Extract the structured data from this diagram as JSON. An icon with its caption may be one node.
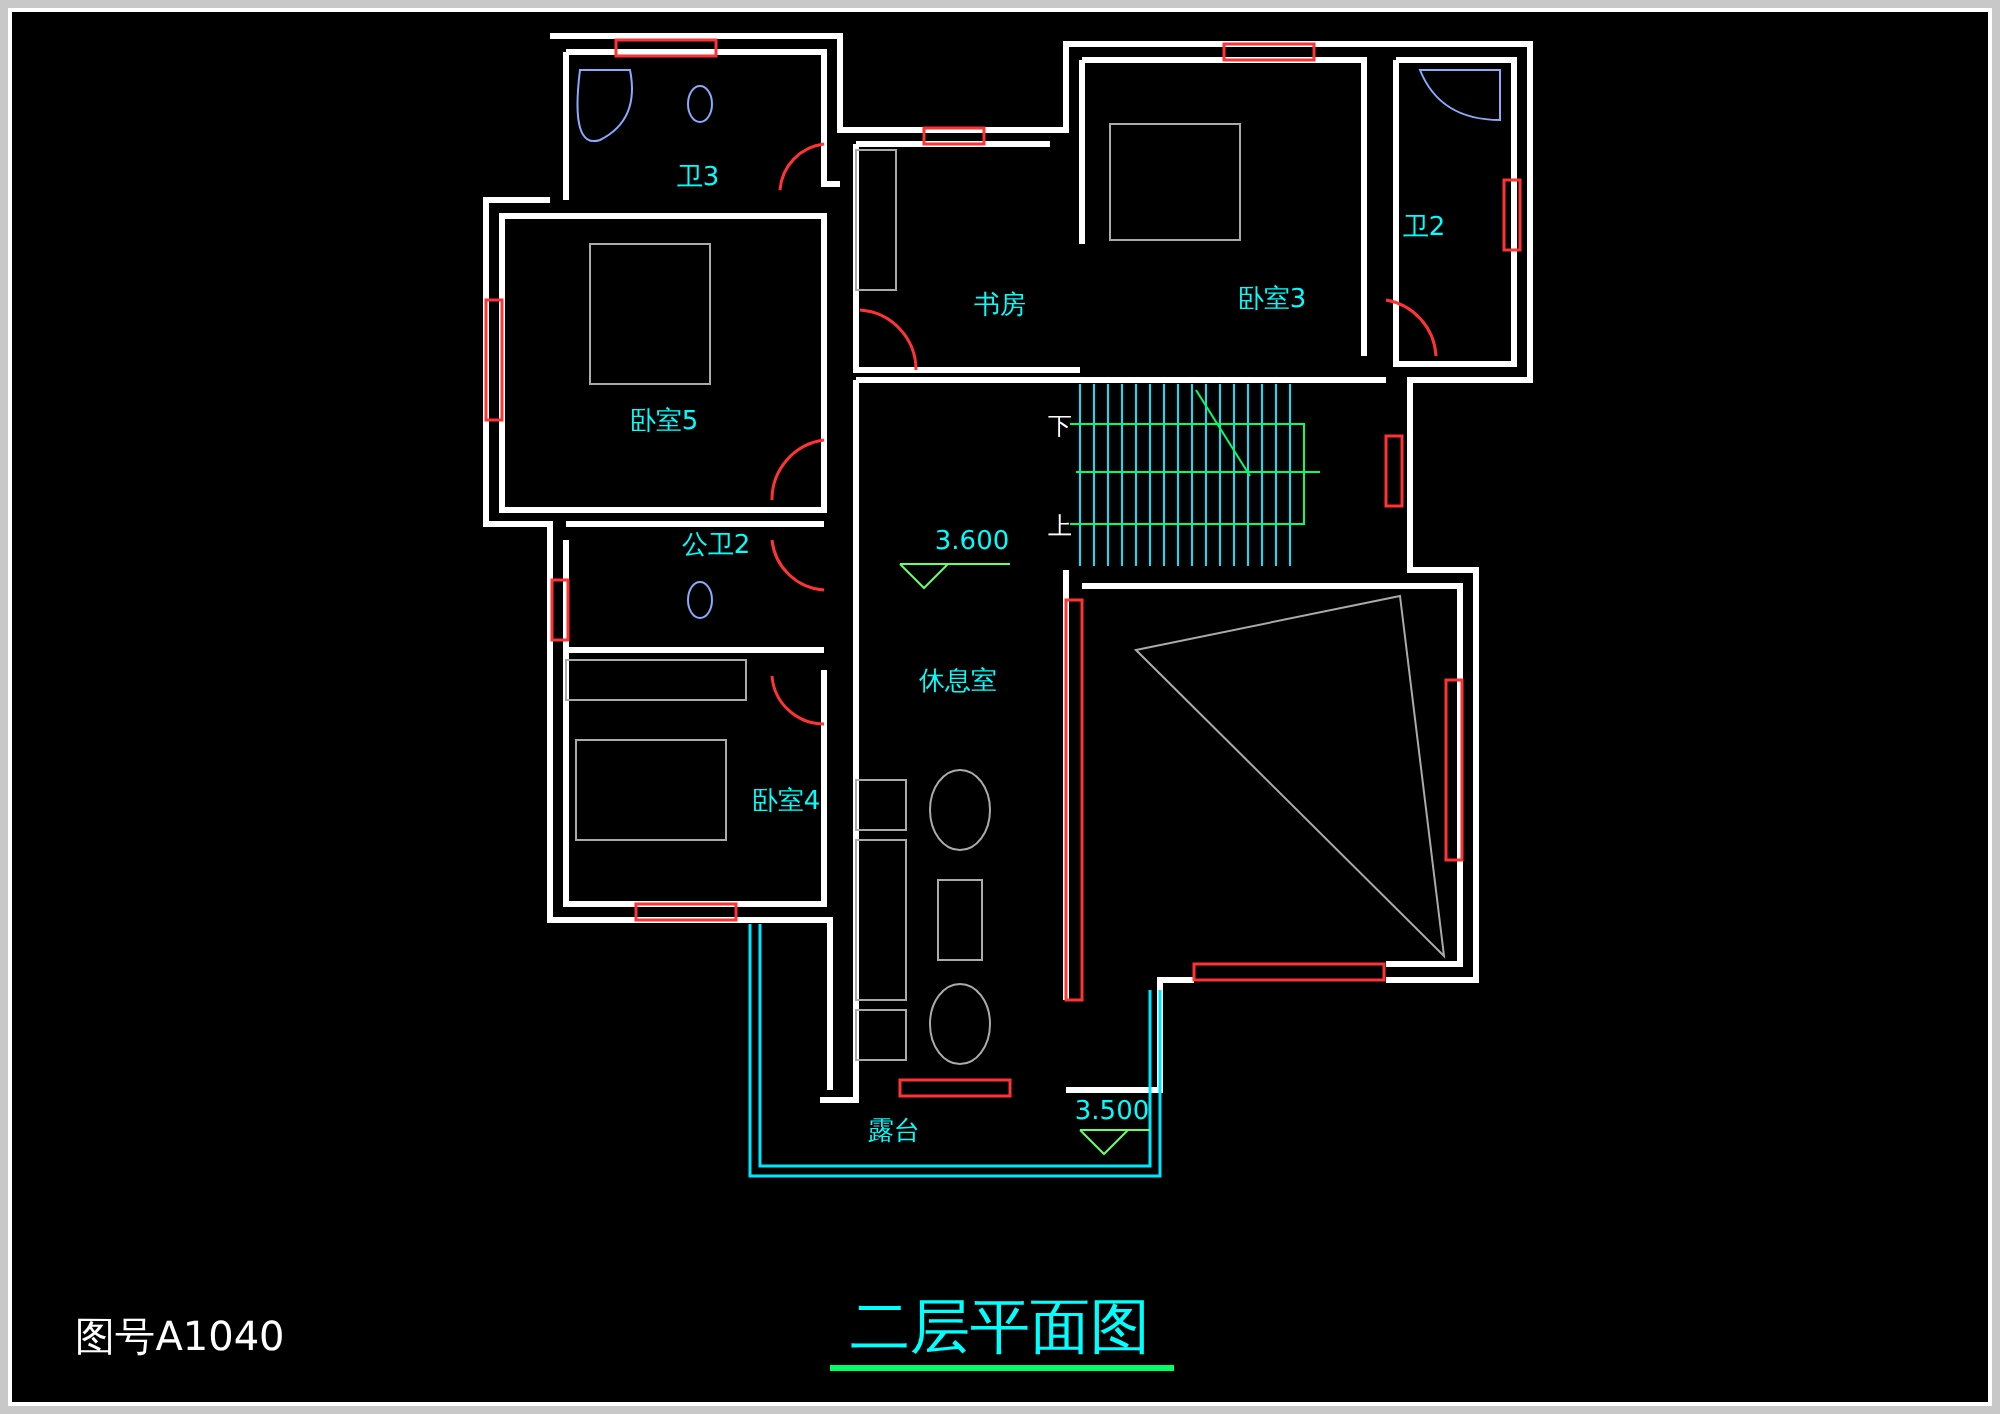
{
  "diagram": {
    "title": "二层平面图",
    "labels": [
      "卫3",
      "书房",
      "卧室3",
      "卫2",
      "卧室5",
      "下",
      "上",
      "3.600",
      "公卫2",
      "休息室",
      "卧室4",
      "3.500",
      "露台",
      "图号A1040"
    ]
  }
}
